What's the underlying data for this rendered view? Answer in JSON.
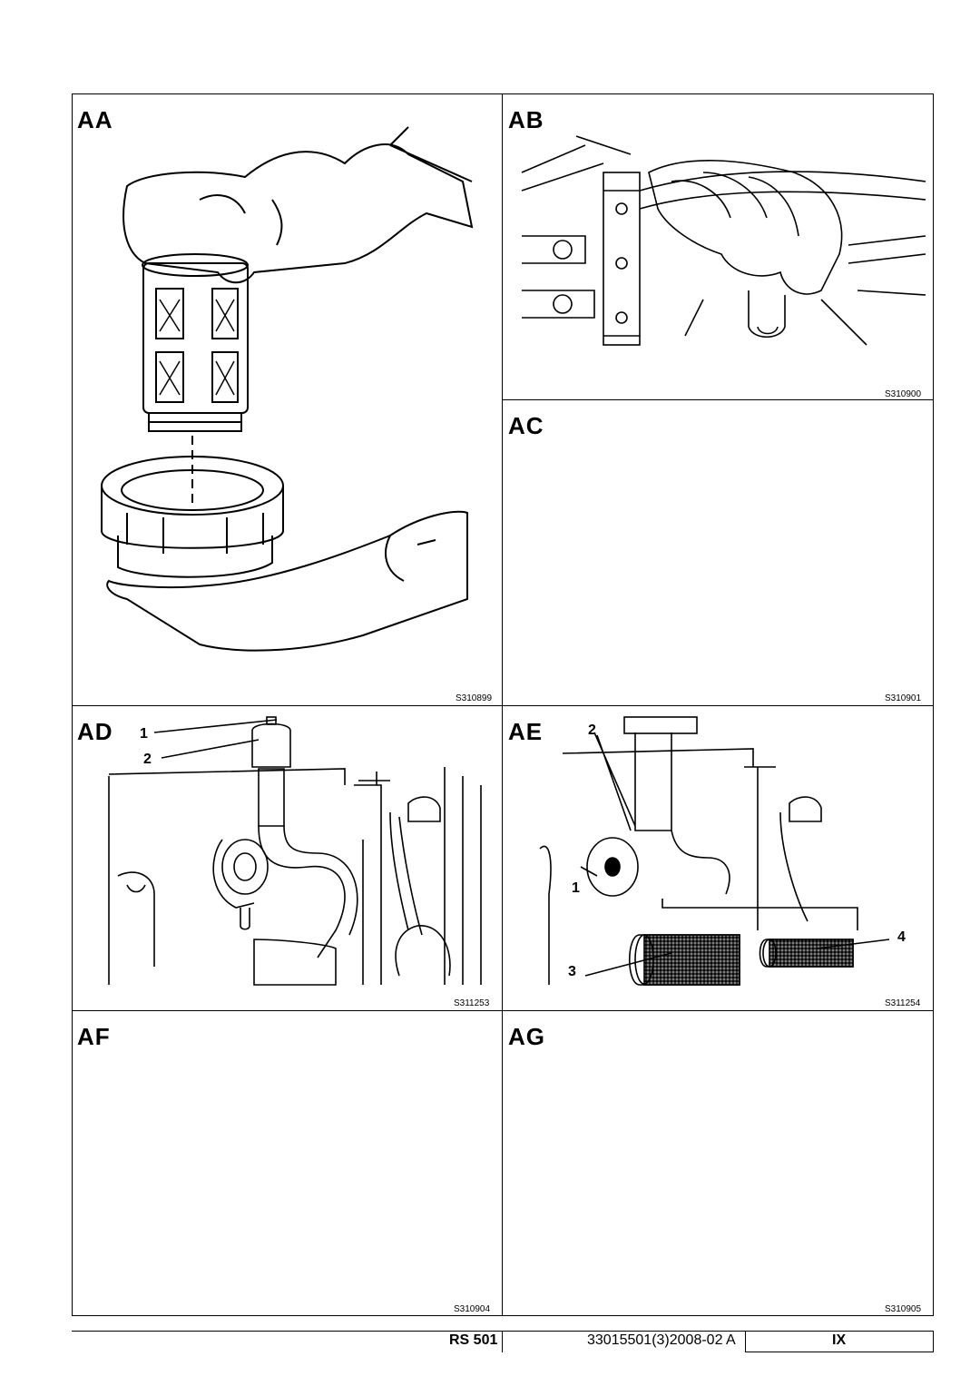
{
  "panels": {
    "aa": {
      "label": "AA",
      "code": "S310899"
    },
    "ab": {
      "label": "AB",
      "code": "S310900"
    },
    "ac": {
      "label": "AC",
      "code": "S310901"
    },
    "ad": {
      "label": "AD",
      "code": "S311253",
      "callouts": [
        "1",
        "2"
      ]
    },
    "ae": {
      "label": "AE",
      "code": "S311254",
      "callouts": [
        "2",
        "1",
        "4",
        "3"
      ]
    },
    "af": {
      "label": "AF",
      "code": "S310904"
    },
    "ag": {
      "label": "AG",
      "code": "S310905"
    }
  },
  "footer": {
    "model": "RS 501",
    "docnum": "33015501(3)2008-02 A",
    "section": "IX"
  }
}
